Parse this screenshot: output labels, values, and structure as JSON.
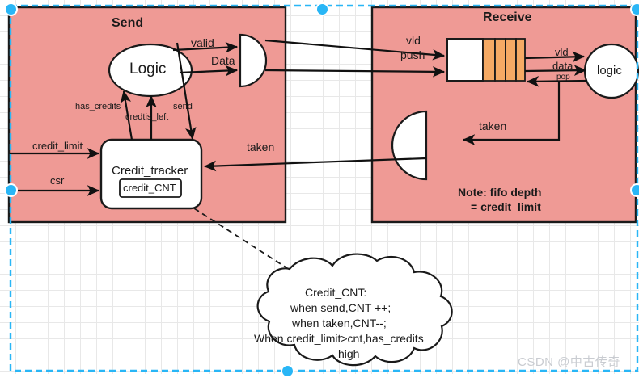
{
  "diagram": {
    "title_send": "Send",
    "title_receive": "Receive",
    "colors": {
      "block_fill": "#ef9a95",
      "block_stroke": "#1a1a1a",
      "fifo_orange": "#f6aa64",
      "shape_fill": "#ffffff",
      "selection_blue": "#29b6f6",
      "grid_line": "#e2e2e2"
    },
    "send_block": {
      "label": "Send",
      "logic_node": "Logic",
      "tracker_node": "Credit_tracker",
      "tracker_register": "credit_CNT",
      "inputs": [
        {
          "label": "credit_limit"
        },
        {
          "label": "csr"
        }
      ],
      "internal_signals": [
        {
          "label": "has_credits"
        },
        {
          "label": "credtis_left"
        },
        {
          "label": "send"
        }
      ],
      "outputs": [
        {
          "label": "valid"
        },
        {
          "label": "Data"
        }
      ],
      "feedback": {
        "label": "taken"
      }
    },
    "receive_block": {
      "label": "Receive",
      "logic_node": "logic",
      "fifo_cells_filled": 4,
      "fifo_cells_empty": 1,
      "inputs": [
        {
          "label": "vld"
        },
        {
          "label": "push"
        }
      ],
      "fifo_outputs": [
        {
          "label": "vld"
        },
        {
          "label": "data"
        }
      ],
      "pop_signal": {
        "label": "pop"
      },
      "taken_signal": {
        "label": "taken"
      },
      "note": {
        "line1": "Note: fifo depth",
        "line2": "= credit_limit"
      }
    },
    "cloud_note": {
      "line1": "Credit_CNT:",
      "line2": "when send,CNT ++;",
      "line3": "when taken,CNT--;",
      "line4": "When credit_limit>cnt,has_credits",
      "line5": "high"
    },
    "watermark": "CSDN @中古传奇"
  }
}
